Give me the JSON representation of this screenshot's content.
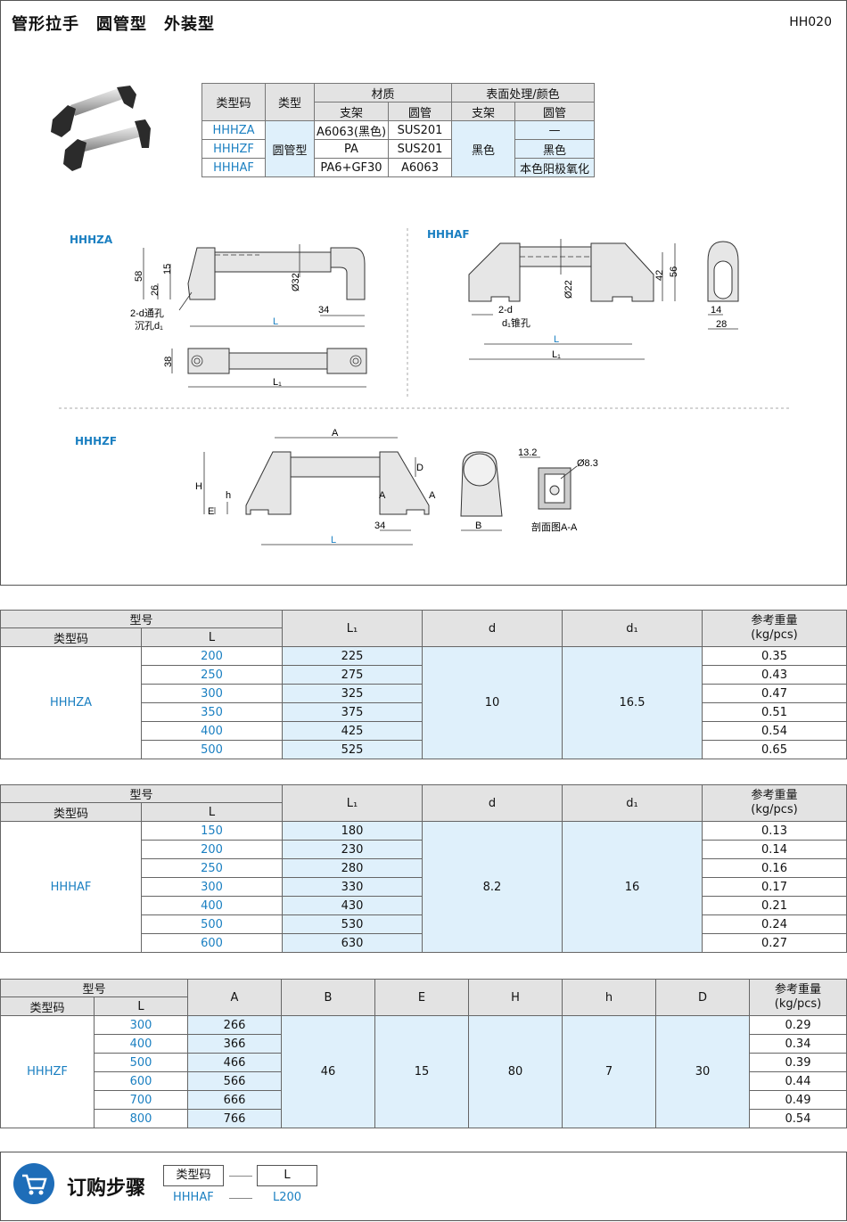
{
  "header": {
    "title": "管形拉手　圆管型　外装型",
    "code": "HH020"
  },
  "spec_table": {
    "h_type_code": "类型码",
    "h_type": "类型",
    "h_material": "材质",
    "h_surface": "表面处理/颜色",
    "h_bracket": "支架",
    "h_tube": "圆管",
    "rows": [
      {
        "code": "HHHZA",
        "mat_bracket": "A6063(黑色)",
        "mat_tube": "SUS201",
        "sur_tube": "—"
      },
      {
        "code": "HHHZF",
        "mat_bracket": "PA",
        "mat_tube": "SUS201",
        "sur_tube": "黑色"
      },
      {
        "code": "HHHAF",
        "mat_bracket": "PA6+GF30",
        "mat_tube": "A6063",
        "sur_tube": "本色阳极氧化"
      }
    ],
    "type_value": "圆管型",
    "sur_bracket_value": "黑色"
  },
  "drawings": {
    "hhhza": {
      "label": "HHHZA",
      "d58": "58",
      "d26": "26",
      "d15": "15",
      "d32": "Ø32",
      "d34": "34",
      "note1": "2-d通孔",
      "note2": "沉孔d₁",
      "L": "L",
      "d38": "38",
      "L1": "L₁"
    },
    "hhhaf": {
      "label": "HHHAF",
      "d22": "Ø22",
      "d42": "42",
      "d56": "56",
      "d2d": "2-d",
      "dd1": "d₁锥孔",
      "L": "L",
      "L1": "L₁",
      "d14": "14",
      "d28": "28"
    },
    "hhhzf": {
      "label": "HHHZF",
      "A": "A",
      "D": "D",
      "H": "H",
      "h": "h",
      "E": "E",
      "AA": "A",
      "AA2": "A",
      "d34": "34",
      "L": "L",
      "B": "B",
      "d132": "13.2",
      "d83": "Ø8.3",
      "section": "剖面图A-A"
    }
  },
  "table1": {
    "h_model": "型号",
    "h_type_code": "类型码",
    "h_L": "L",
    "h_L1": "L₁",
    "h_d": "d",
    "h_d1": "d₁",
    "h_weight": "参考重量\n(kg/pcs)",
    "code": "HHHZA",
    "d": "10",
    "d1": "16.5",
    "rows": [
      {
        "L": "200",
        "L1": "225",
        "w": "0.35"
      },
      {
        "L": "250",
        "L1": "275",
        "w": "0.43"
      },
      {
        "L": "300",
        "L1": "325",
        "w": "0.47"
      },
      {
        "L": "350",
        "L1": "375",
        "w": "0.51"
      },
      {
        "L": "400",
        "L1": "425",
        "w": "0.54"
      },
      {
        "L": "500",
        "L1": "525",
        "w": "0.65"
      }
    ]
  },
  "table2": {
    "h_model": "型号",
    "h_type_code": "类型码",
    "h_L": "L",
    "h_L1": "L₁",
    "h_d": "d",
    "h_d1": "d₁",
    "h_weight": "参考重量\n(kg/pcs)",
    "code": "HHHAF",
    "d": "8.2",
    "d1": "16",
    "rows": [
      {
        "L": "150",
        "L1": "180",
        "w": "0.13"
      },
      {
        "L": "200",
        "L1": "230",
        "w": "0.14"
      },
      {
        "L": "250",
        "L1": "280",
        "w": "0.16"
      },
      {
        "L": "300",
        "L1": "330",
        "w": "0.17"
      },
      {
        "L": "400",
        "L1": "430",
        "w": "0.21"
      },
      {
        "L": "500",
        "L1": "530",
        "w": "0.24"
      },
      {
        "L": "600",
        "L1": "630",
        "w": "0.27"
      }
    ]
  },
  "table3": {
    "h_model": "型号",
    "h_type_code": "类型码",
    "h_L": "L",
    "h_A": "A",
    "h_B": "B",
    "h_E": "E",
    "h_H": "H",
    "h_h": "h",
    "h_D": "D",
    "h_weight": "参考重量\n(kg/pcs)",
    "code": "HHHZF",
    "B": "46",
    "E": "15",
    "H": "80",
    "h": "7",
    "D": "30",
    "rows": [
      {
        "L": "300",
        "A": "266",
        "w": "0.29"
      },
      {
        "L": "400",
        "A": "366",
        "w": "0.34"
      },
      {
        "L": "500",
        "A": "466",
        "w": "0.39"
      },
      {
        "L": "600",
        "A": "566",
        "w": "0.44"
      },
      {
        "L": "700",
        "A": "666",
        "w": "0.49"
      },
      {
        "L": "800",
        "A": "766",
        "w": "0.54"
      }
    ]
  },
  "order": {
    "icon": "shopping-cart-icon",
    "title": "订购步骤",
    "box1": "类型码",
    "box2": "L",
    "val1": "HHHAF",
    "val2": "L200"
  },
  "colors": {
    "accent": "#1a7fc1",
    "highlight": "#dff0fb",
    "header": "#e3e3e3",
    "cart": "#1e6db8"
  }
}
